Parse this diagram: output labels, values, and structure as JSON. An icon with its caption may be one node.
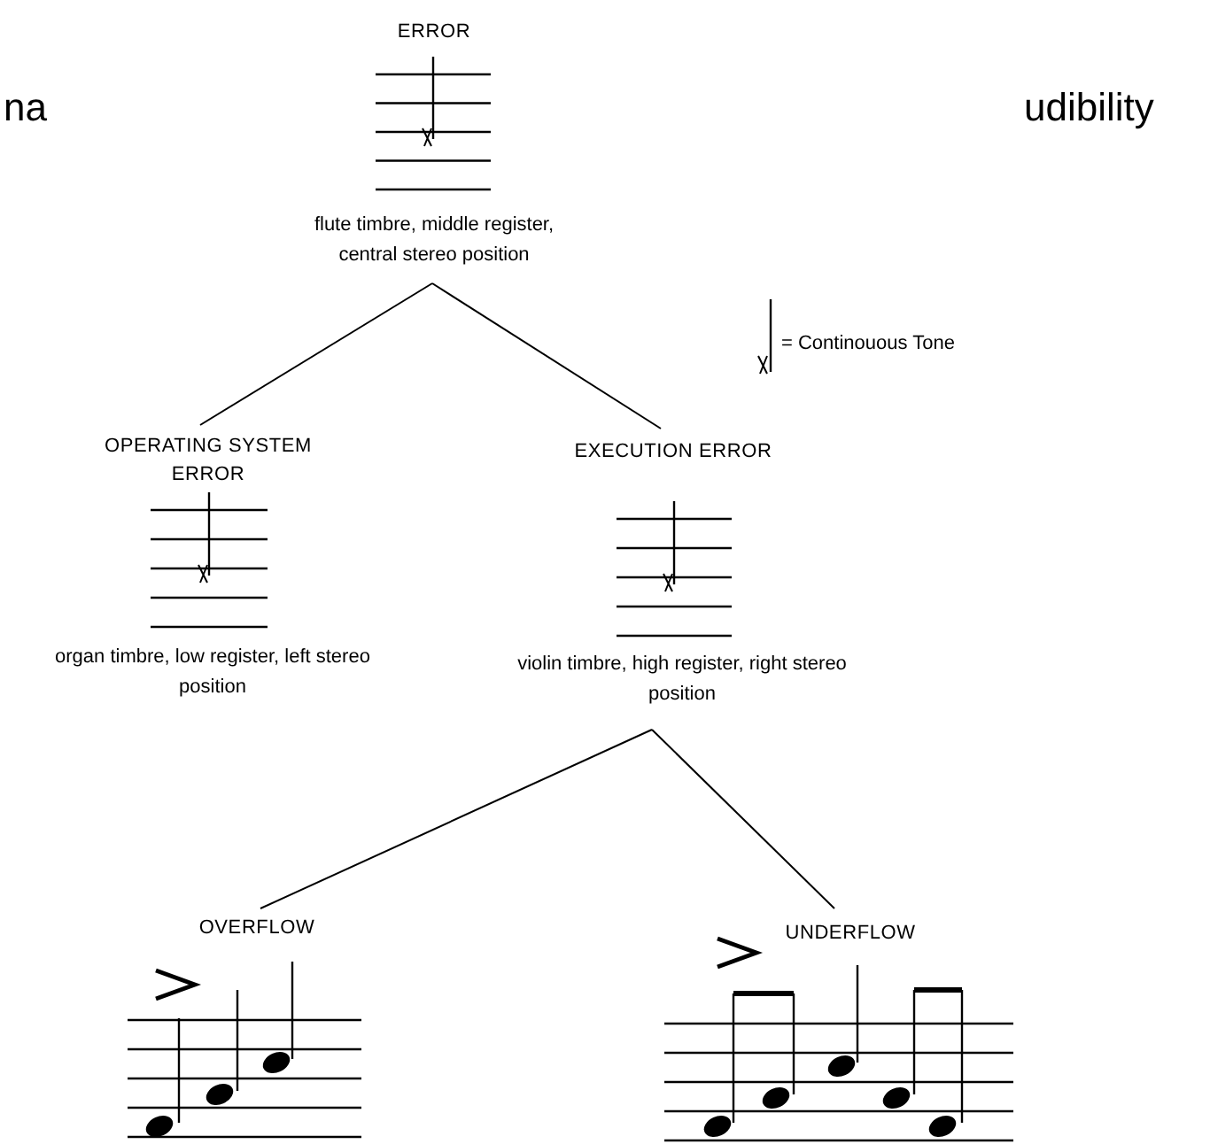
{
  "diagram": {
    "nodes": [
      {
        "text": [
          "ERROR",
          "flute timbre, middle register, central stereo position"
        ]
      },
      {
        "text": [
          "OPERATING SYSTEM ERROR",
          "organ timbre, low register, left stereo position"
        ]
      },
      {
        "text": [
          "EXECUTION ERROR",
          "violin timbre, high register, right stereo position"
        ]
      },
      {
        "text": [
          "OVERFLOW"
        ]
      },
      {
        "text": [
          "UNDERFLOW"
        ]
      }
    ],
    "edges": [
      {
        "from": 0,
        "to": 1,
        "arrow": "none"
      },
      {
        "from": 0,
        "to": 2,
        "arrow": "none"
      },
      {
        "from": 2,
        "to": 3,
        "arrow": "none"
      },
      {
        "from": 2,
        "to": 4,
        "arrow": "none"
      }
    ],
    "labels": [
      "na",
      "udibility"
    ],
    "legend": [
      {
        "text": "= Continouous Tone"
      }
    ]
  }
}
